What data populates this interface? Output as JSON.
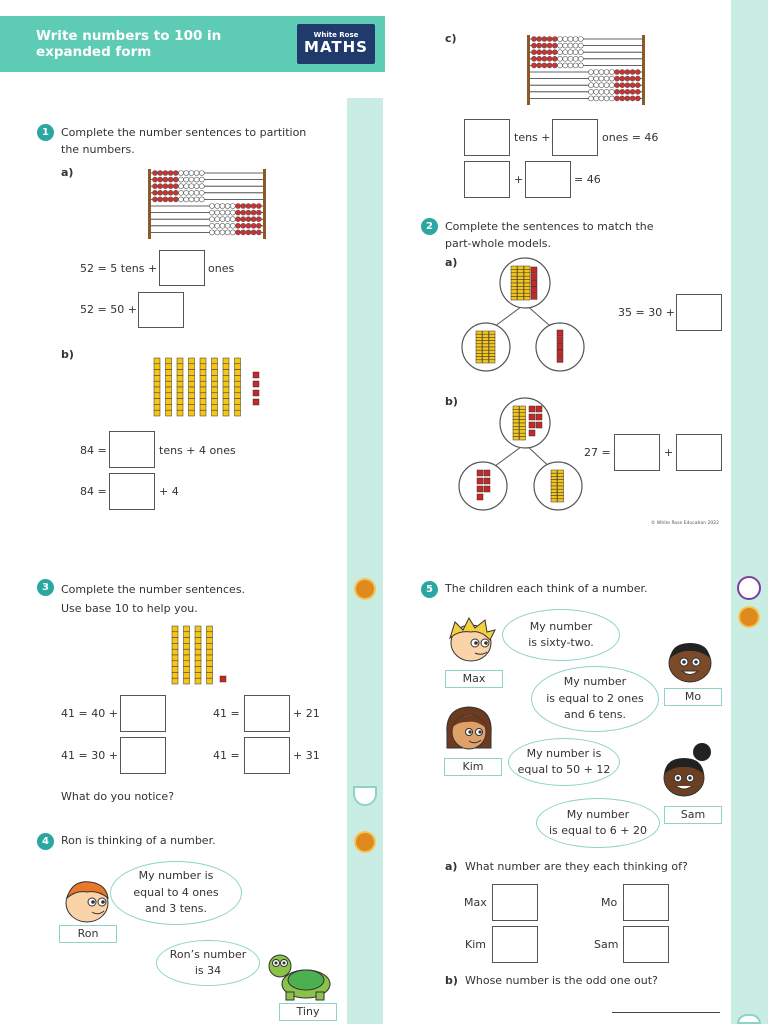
{
  "header": {
    "title_line1": "Write numbers to 100 in",
    "title_line2": "expanded form",
    "logo_line1": "White Rose",
    "logo_line2": "MATHS",
    "bg_color": "#5ecbb5"
  },
  "sidebar_color": "#c9ece3",
  "accent": "#2aa7a0",
  "q1": {
    "num": "1",
    "instruction_line1": "Complete the number sentences to partition",
    "instruction_line2": "the numbers.",
    "a": {
      "label": "a)",
      "s1_pre": "52 = 5 tens +",
      "s1_post": "ones",
      "s2_pre": "52 = 50 +"
    },
    "b": {
      "label": "b)",
      "s1_pre": "84 =",
      "s1_post": "tens + 4 ones",
      "s2_pre": "84 =",
      "s2_post": "+ 4"
    }
  },
  "q1c": {
    "label": "c)",
    "s1_mid": "tens +",
    "s1_post": "ones = 46",
    "s2_mid": "+",
    "s2_post": "= 46"
  },
  "q2": {
    "num": "2",
    "instruction_line1": "Complete the sentences to match the",
    "instruction_line2": "part-whole models.",
    "a": {
      "label": "a)",
      "s1_pre": "35 = 30 +"
    },
    "b": {
      "label": "b)",
      "s1_pre": "27 =",
      "s1_mid": "+"
    }
  },
  "copyright": "© White Rose Education 2022",
  "q3": {
    "num": "3",
    "instruction_line1": "Complete the number sentences.",
    "instruction_line2": "Use base 10 to help you.",
    "r1_left": "41 = 40 +",
    "r1_right_pre": "41 =",
    "r1_right_post": "+ 21",
    "r2_left": "41 = 30 +",
    "r2_right_pre": "41 =",
    "r2_right_post": "+ 31",
    "notice": "What do you notice?"
  },
  "q4": {
    "num": "4",
    "instruction": "Ron is thinking of a number.",
    "ron_bubble_line1": "My number is",
    "ron_bubble_line2": "equal to 4 ones",
    "ron_bubble_line3": "and 3 tens.",
    "ron_name": "Ron",
    "tiny_bubble_line1": "Ron’s number",
    "tiny_bubble_line2": "is 34",
    "tiny_name": "Tiny"
  },
  "q5": {
    "num": "5",
    "instruction": "The children each think of a number.",
    "max_bubble_line1": "My number",
    "max_bubble_line2": "is sixty-two.",
    "max_name": "Max",
    "mo_bubble_line1": "My number",
    "mo_bubble_line2": "is equal to 2 ones",
    "mo_bubble_line3": "and 6 tens.",
    "mo_name": "Mo",
    "kim_bubble_line1": "My number is",
    "kim_bubble_line2": "equal to 50 + 12",
    "kim_name": "Kim",
    "sam_bubble_line1": "My number",
    "sam_bubble_line2": "is equal to 6 + 20",
    "sam_name": "Sam",
    "a_label": "a)",
    "a_text": "What number are they each thinking of?",
    "answer_max": "Max",
    "answer_mo": "Mo",
    "answer_kim": "Kim",
    "answer_sam": "Sam",
    "b_label": "b)",
    "b_text": "Whose number is the odd one out?"
  }
}
